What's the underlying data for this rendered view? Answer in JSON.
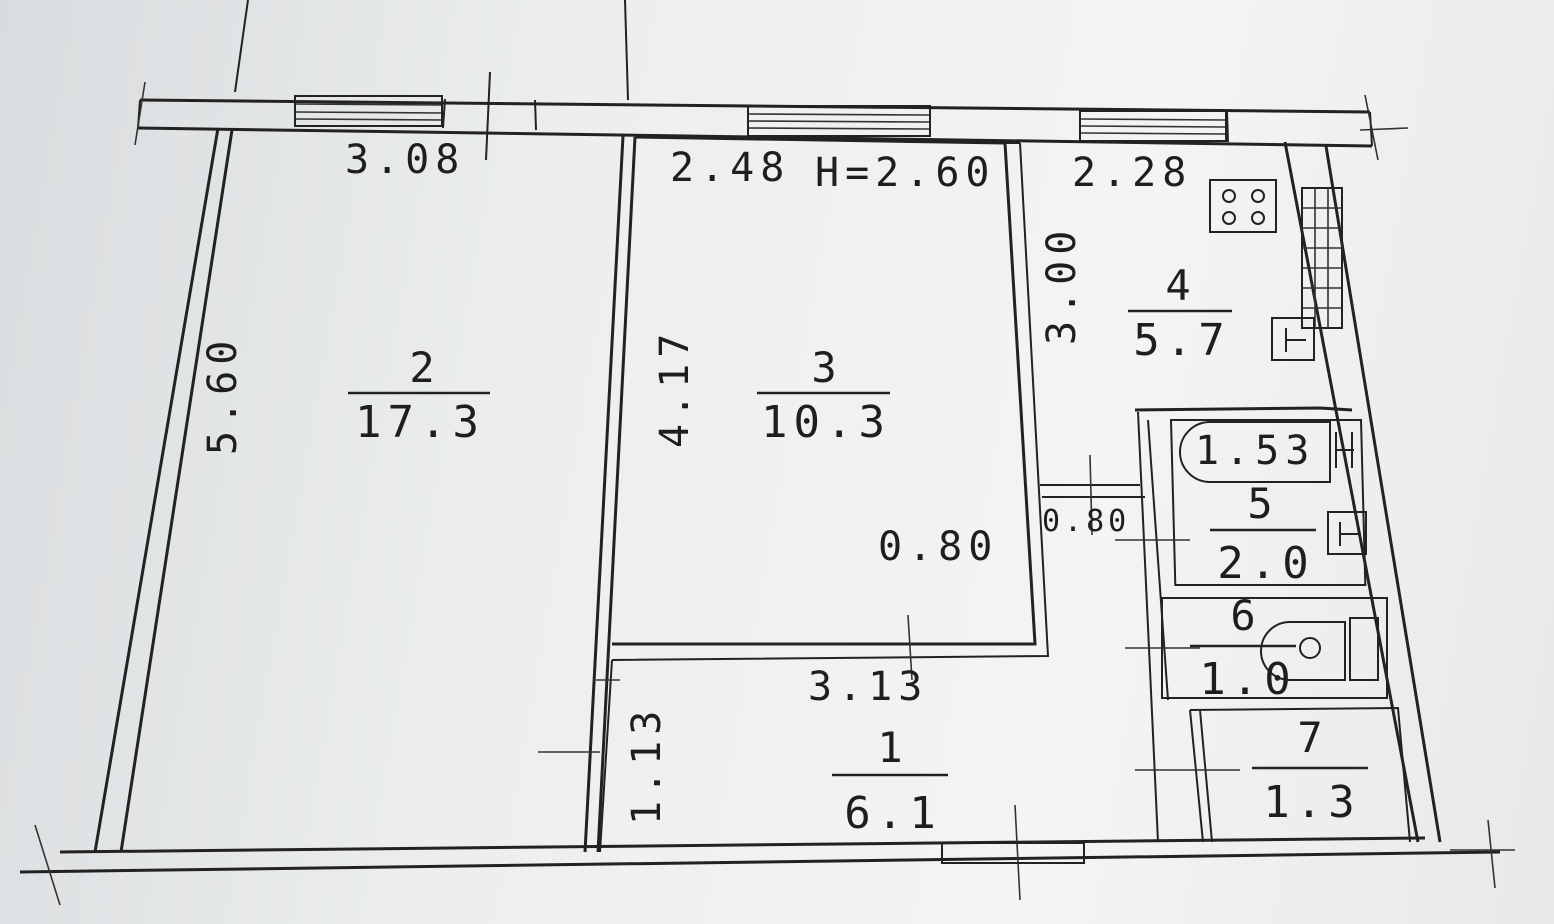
{
  "plan": {
    "ceiling_height": "H=2.60",
    "dimensions": {
      "room2_width": "3.08",
      "room3_width": "2.48",
      "room4_width": "2.28",
      "room2_length": "5.60",
      "room3_length": "4.17",
      "room4_length": "3.00",
      "door_room3": "0.80",
      "door_corridor": "0.80",
      "bath_length": "1.53",
      "hall_width": "3.13",
      "hall_depth": "1.13"
    },
    "rooms": [
      {
        "number": "1",
        "area": "6.1"
      },
      {
        "number": "2",
        "area": "17.3"
      },
      {
        "number": "3",
        "area": "10.3"
      },
      {
        "number": "4",
        "area": "5.7"
      },
      {
        "number": "5",
        "area": "2.0"
      },
      {
        "number": "6",
        "area": "1.0"
      },
      {
        "number": "7",
        "area": "1.3"
      }
    ]
  }
}
